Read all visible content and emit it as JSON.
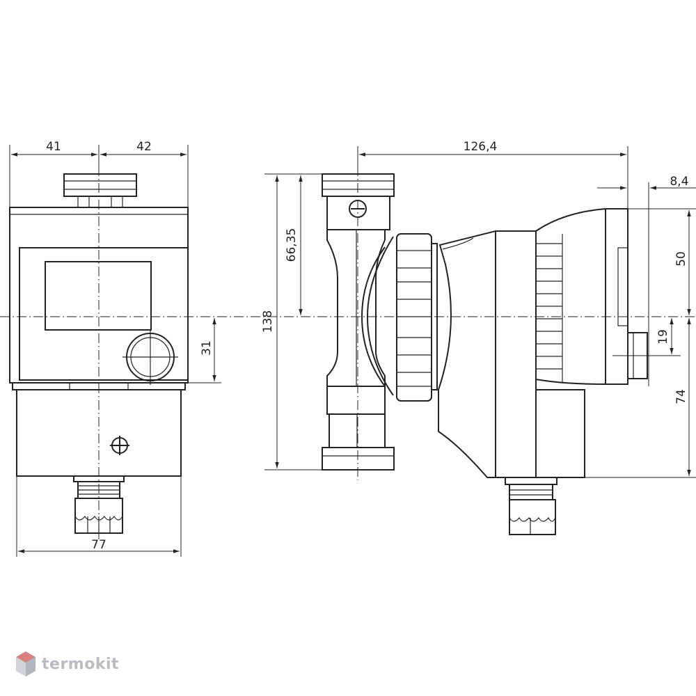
{
  "dimensions": {
    "left_half_width_left": "41",
    "left_half_width_right": "42",
    "body_width": "77",
    "connector_offset": "31",
    "side_length": "126,4",
    "cap_depth": "8,4",
    "total_height": "138",
    "upper_height": "66,35",
    "top_to_axis": "50",
    "knob_offset": "19",
    "axis_to_bottom": "74"
  },
  "watermark": {
    "brand": "termokit",
    "color": "#b9bcc4"
  }
}
